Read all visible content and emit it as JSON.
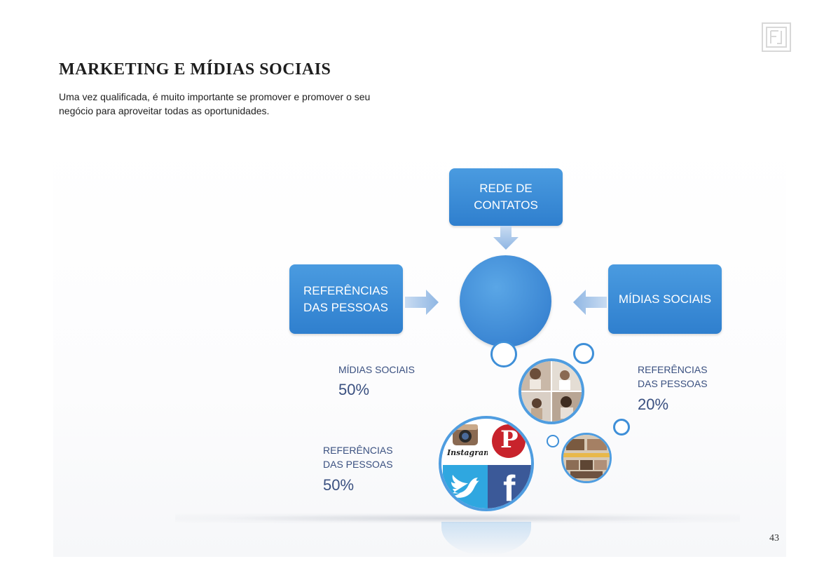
{
  "page": {
    "title": "MARKETING E MÍDIAS SOCIAIS",
    "intro": "Uma vez qualificada, é muito importante se promover e promover o seu negócio para aproveitar todas as oportunidades.",
    "page_number": "43"
  },
  "diagram": {
    "box_top": "REDE DE\nCONTATOS",
    "box_left": "REFERÊNCIAS\nDAS PESSOAS",
    "box_right": "MÍDIAS SOCIAIS"
  },
  "stats": [
    {
      "label": "MÍDIAS SOCIAIS",
      "value": "50%"
    },
    {
      "label": "REFERÊNCIAS\nDAS PESSOAS",
      "value": "20%"
    },
    {
      "label": "REFERÊNCIAS\nDAS PESSOAS",
      "value": "50%"
    }
  ],
  "social_icons": {
    "instagram_text": "Instagram",
    "pinterest_letter": "P",
    "facebook_letter": "f"
  },
  "colors": {
    "accent_blue": "#3b86d3",
    "text_blue": "#3a5080",
    "instagram": "#8a6a52",
    "pinterest": "#c8232c",
    "twitter": "#2fa7e0",
    "facebook": "#3b5998"
  }
}
